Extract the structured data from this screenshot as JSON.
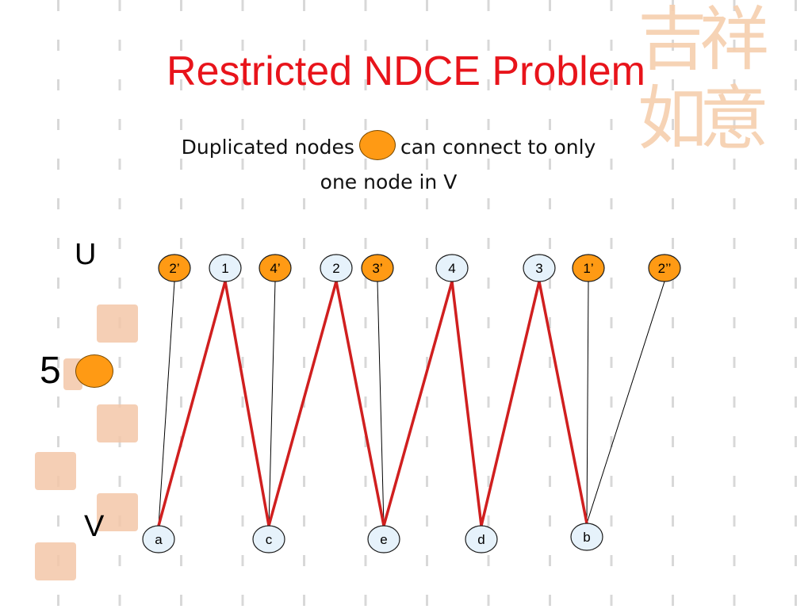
{
  "title": "Restricted NDCE Problem",
  "subtitle_part1": "Duplicated nodes",
  "subtitle_part2": "can connect to only",
  "subtitle_line2": "one node in V",
  "label_u": "U",
  "label_v": "V",
  "count_label": "5",
  "colors": {
    "title": "#e8141b",
    "duplicate_node": "#ff9a14",
    "original_node": "#e6f2fb",
    "path_edge": "#d01f1f",
    "thin_edge": "#000000"
  },
  "u_nodes": [
    {
      "id": "u2p",
      "label": "2’",
      "duplicate": true
    },
    {
      "id": "u1",
      "label": "1",
      "duplicate": false
    },
    {
      "id": "u4p",
      "label": "4’",
      "duplicate": true
    },
    {
      "id": "u2",
      "label": "2",
      "duplicate": false
    },
    {
      "id": "u3p",
      "label": "3’",
      "duplicate": true
    },
    {
      "id": "u4",
      "label": "4",
      "duplicate": false
    },
    {
      "id": "u3",
      "label": "3",
      "duplicate": false
    },
    {
      "id": "u1p",
      "label": "1’",
      "duplicate": true
    },
    {
      "id": "u2pp",
      "label": "2’’",
      "duplicate": true
    }
  ],
  "v_nodes": [
    {
      "id": "va",
      "label": "a"
    },
    {
      "id": "vc",
      "label": "c"
    },
    {
      "id": "ve",
      "label": "e"
    },
    {
      "id": "vd",
      "label": "d"
    },
    {
      "id": "vb",
      "label": "b"
    }
  ],
  "thick_edges": [
    [
      "va",
      "u1"
    ],
    [
      "u1",
      "vc"
    ],
    [
      "vc",
      "u2"
    ],
    [
      "u2",
      "ve"
    ],
    [
      "ve",
      "u4"
    ],
    [
      "u4",
      "vd"
    ],
    [
      "vd",
      "u3"
    ],
    [
      "u3",
      "vb"
    ]
  ],
  "thin_edges": [
    [
      "u2p",
      "va"
    ],
    [
      "u4p",
      "vc"
    ],
    [
      "u3p",
      "ve"
    ],
    [
      "u1p",
      "vb"
    ],
    [
      "u2pp",
      "vb"
    ]
  ]
}
